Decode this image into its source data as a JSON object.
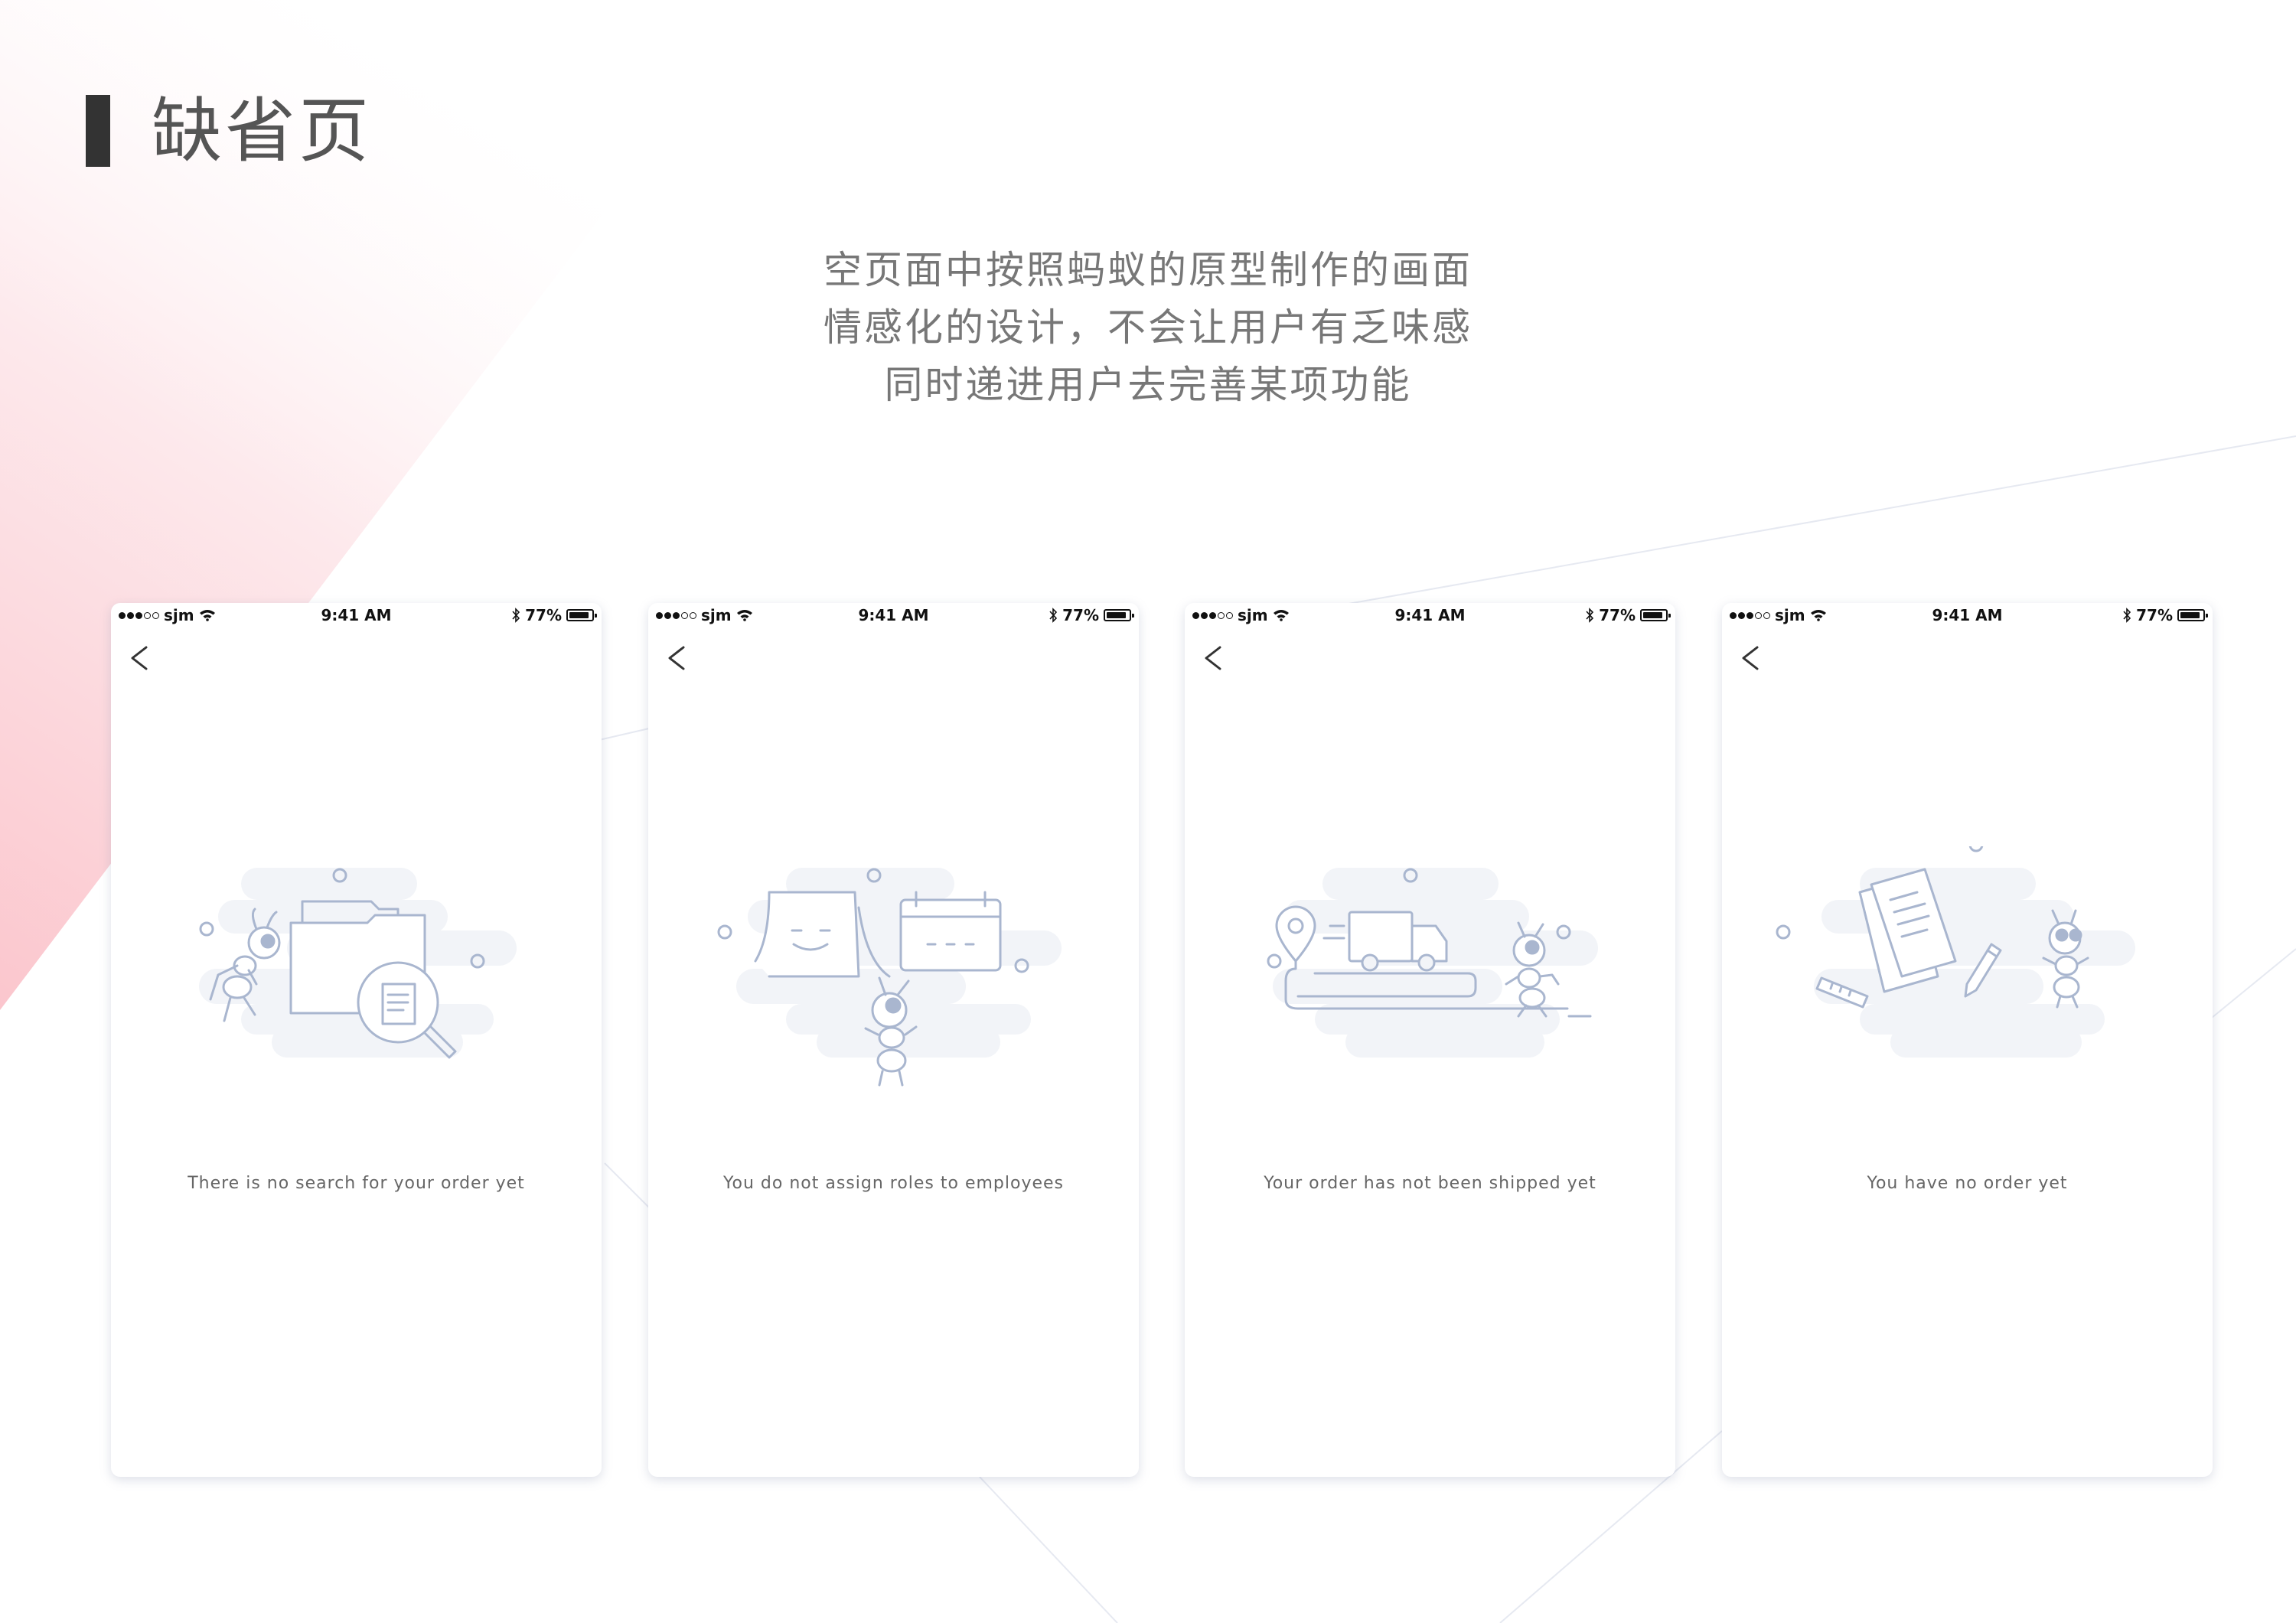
{
  "page": {
    "title": "缺省页",
    "intro_lines": [
      "空页面中按照蚂蚁的原型制作的画面",
      "情感化的设计，不会让用户有乏味感",
      "同时递进用户去完善某项功能"
    ]
  },
  "colors": {
    "accent_pink": "#fbc8cf",
    "illustration_line": "#a9b6cf",
    "cloud": "#f2f4f8",
    "card_bg": "#ffffff"
  },
  "status_bar": {
    "carrier": "sjm",
    "time": "9:41 AM",
    "battery": "77%",
    "battery_level": 0.77
  },
  "screens": [
    {
      "message": "There is no search for your order yet",
      "illustration": "folder-magnifier-ant-illustration"
    },
    {
      "message": "You do not assign roles to employees",
      "illustration": "paper-calendar-ant-illustration"
    },
    {
      "message": "Your order has not been shipped yet",
      "illustration": "delivery-truck-ant-illustration"
    },
    {
      "message": "You have no order yet",
      "illustration": "document-pencil-ant-illustration"
    }
  ]
}
